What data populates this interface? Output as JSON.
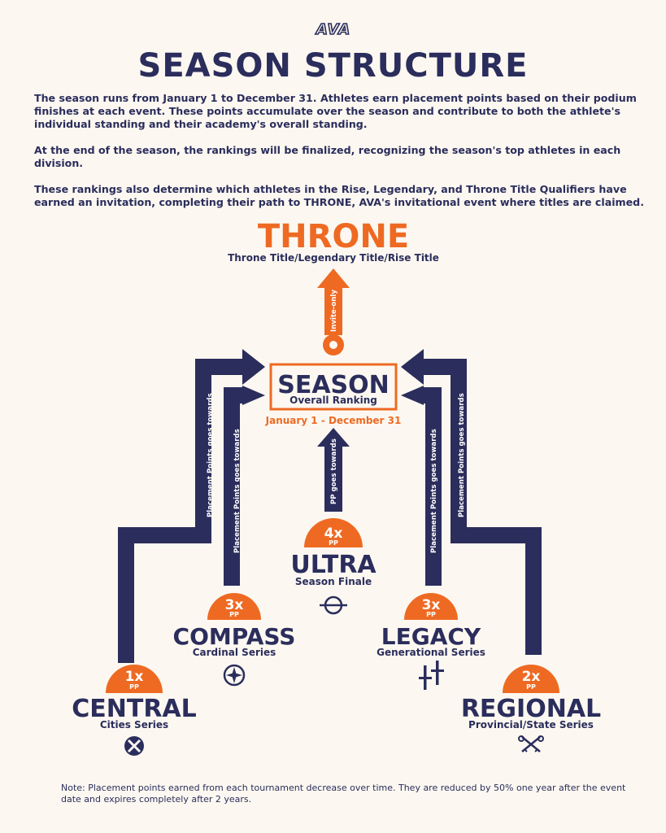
{
  "brand": {
    "logo_text": "AVA"
  },
  "page": {
    "title": "SEASON STRUCTURE"
  },
  "intro": {
    "p1": "The season runs from January 1 to December 31. Athletes earn placement points based on their podium finishes at each event. These points accumulate over the season and contribute to both the athlete's individual standing and their academy's overall standing.",
    "p2": "At the end of the season, the rankings will be finalized, recognizing the season's top athletes in each division.",
    "p3": "These rankings also determine which athletes in the Rise, Legendary, and Throne Title Qualifiers have earned an invitation, completing their path to THRONE, AVA's invitational event where titles are claimed."
  },
  "throne": {
    "name": "THRONE",
    "subtitle": "Throne Title/Legendary Title/Rise Title",
    "arrow_label": "Invite-only"
  },
  "season": {
    "name": "SEASON",
    "subtitle": "Overall Ranking",
    "dates": "January 1 - December 31"
  },
  "arrows": {
    "pp_long": "Placement Points goes towards",
    "pp_short": "PP goes towards"
  },
  "events": {
    "ultra": {
      "multiplier": "4x",
      "unit": "PP",
      "name": "ULTRA",
      "subtitle": "Season Finale"
    },
    "compass": {
      "multiplier": "3x",
      "unit": "PP",
      "name": "COMPASS",
      "subtitle": "Cardinal Series"
    },
    "legacy": {
      "multiplier": "3x",
      "unit": "PP",
      "name": "LEGACY",
      "subtitle": "Generational Series"
    },
    "central": {
      "multiplier": "1x",
      "unit": "PP",
      "name": "CENTRAL",
      "subtitle": "Cities Series"
    },
    "regional": {
      "multiplier": "2x",
      "unit": "PP",
      "name": "REGIONAL",
      "subtitle": "Provincial/State Series"
    }
  },
  "icons": {
    "ultra": "ring-icon",
    "compass": "compass-icon",
    "legacy": "swords-icon",
    "central": "cross-circle-icon",
    "regional": "crossed-keys-icon"
  },
  "colors": {
    "navy": "#2b2d5c",
    "orange": "#ee6a23",
    "background": "#fcf8f1"
  },
  "note": "Note: Placement points earned from each tournament decrease over time. They are reduced by 50% one year after the event date and expires completely after 2 years."
}
